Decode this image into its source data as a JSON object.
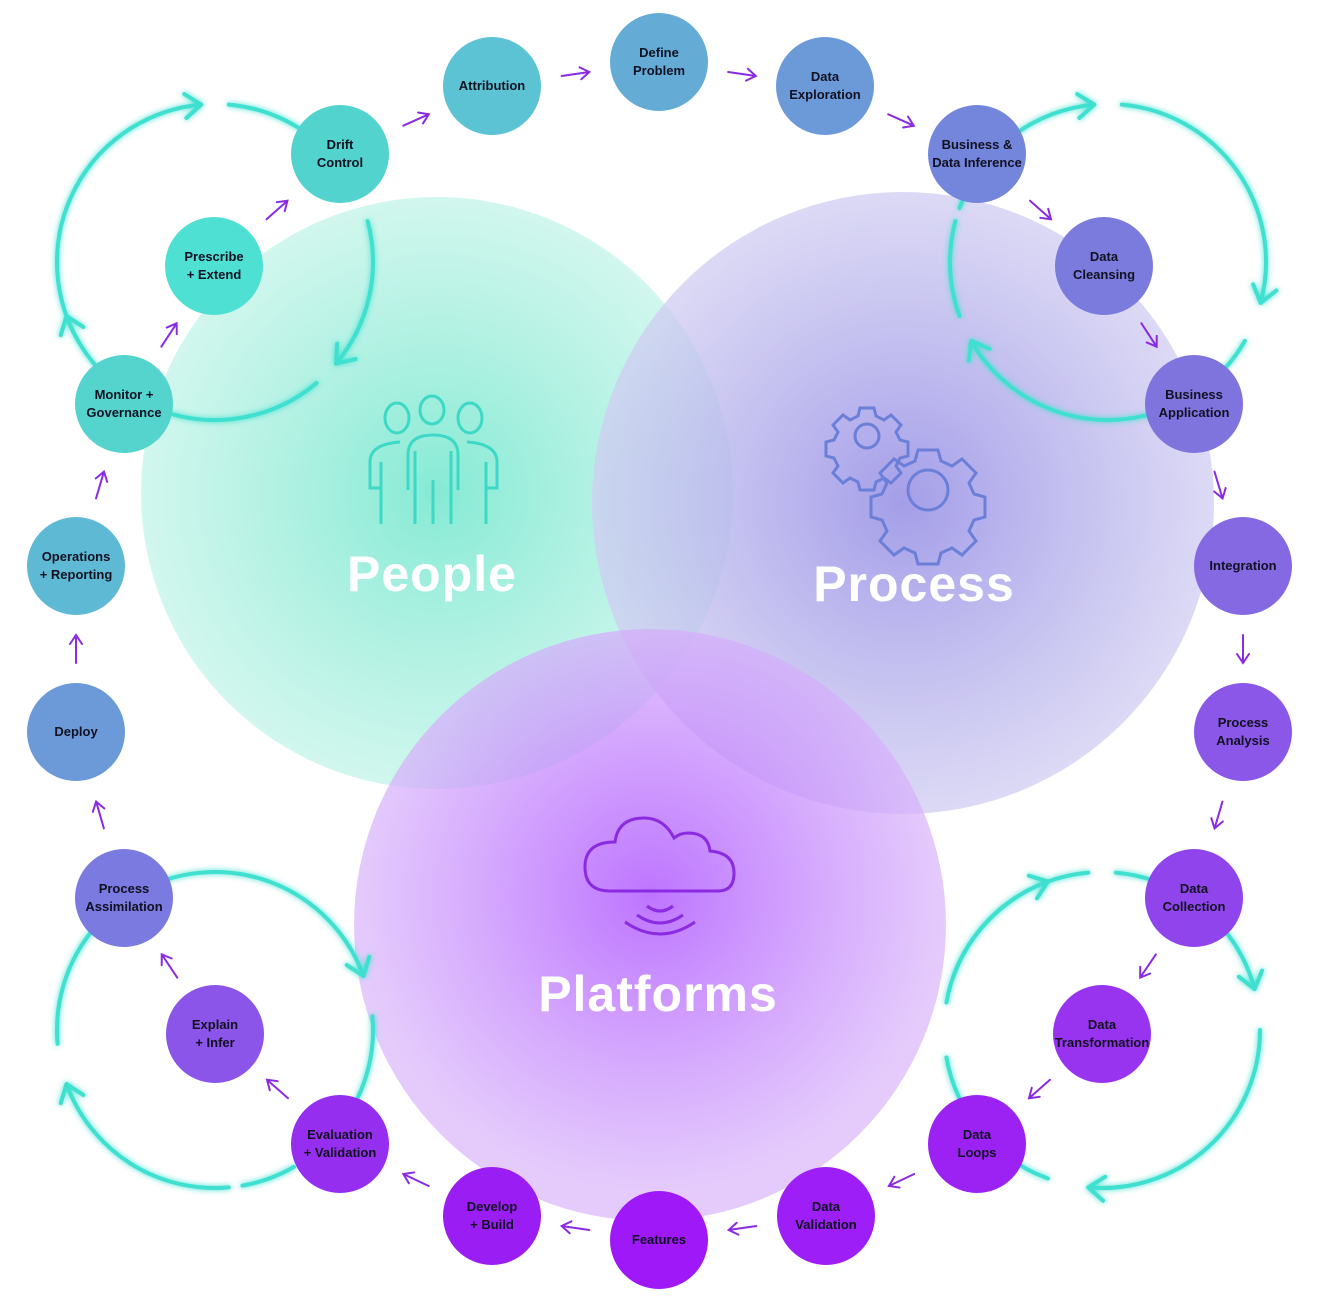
{
  "pillars": [
    {
      "id": "people",
      "label": "People",
      "icon": "people-icon",
      "color": "#4fe0c8",
      "icon_color": "#3dd9c6"
    },
    {
      "id": "process",
      "label": "Process",
      "icon": "gears-icon",
      "color": "#8f86e0",
      "icon_color": "#6b7fd8"
    },
    {
      "id": "platforms",
      "label": "Platforms",
      "icon": "cloud-icon",
      "color": "#a64dff",
      "icon_color": "#8a2be2"
    }
  ],
  "nodes": [
    {
      "label": "Attribution",
      "color": "#5bc3d3"
    },
    {
      "label": "Define\nProblem",
      "color": "#64acd6"
    },
    {
      "label": "Data\nExploration",
      "color": "#6c9ad9"
    },
    {
      "label": "Business &\nData Inference",
      "color": "#7486db"
    },
    {
      "label": "Data\nCleansing",
      "color": "#7b7bdd"
    },
    {
      "label": "Business\nApplication",
      "color": "#7f74de"
    },
    {
      "label": "Integration",
      "color": "#8469e2"
    },
    {
      "label": "Process\nAnalysis",
      "color": "#8b57e8"
    },
    {
      "label": "Data\nCollection",
      "color": "#9045ec"
    },
    {
      "label": "Data\nTransformation",
      "color": "#9834f0"
    },
    {
      "label": "Data\nLoops",
      "color": "#9c22f4"
    },
    {
      "label": "Data\nValidation",
      "color": "#9d1ef6"
    },
    {
      "label": "Features",
      "color": "#9e18f8"
    },
    {
      "label": "Develop\n+ Build",
      "color": "#9a1ef4"
    },
    {
      "label": "Evaluation\n+ Validation",
      "color": "#962ef0"
    },
    {
      "label": "Explain\n+ Infer",
      "color": "#8a55e8"
    },
    {
      "label": "Process\nAssimilation",
      "color": "#7a7ae0"
    },
    {
      "label": "Deploy",
      "color": "#6c9ad9"
    },
    {
      "label": "Operations\n+ Reporting",
      "color": "#5eb9d4"
    },
    {
      "label": "Monitor +\nGovernance",
      "color": "#54d4cd"
    },
    {
      "label": "Prescribe\n+ Extend",
      "color": "#4fe0d4"
    },
    {
      "label": "Drift\nControl",
      "color": "#53d3cd"
    }
  ],
  "colors": {
    "flow_arrow": "#8a2be2",
    "loop_arrow": "#40e0d0",
    "loop_arrow_inner": "#5ab8dc",
    "node_text": "#111122",
    "pillar_text": "#ffffff"
  }
}
